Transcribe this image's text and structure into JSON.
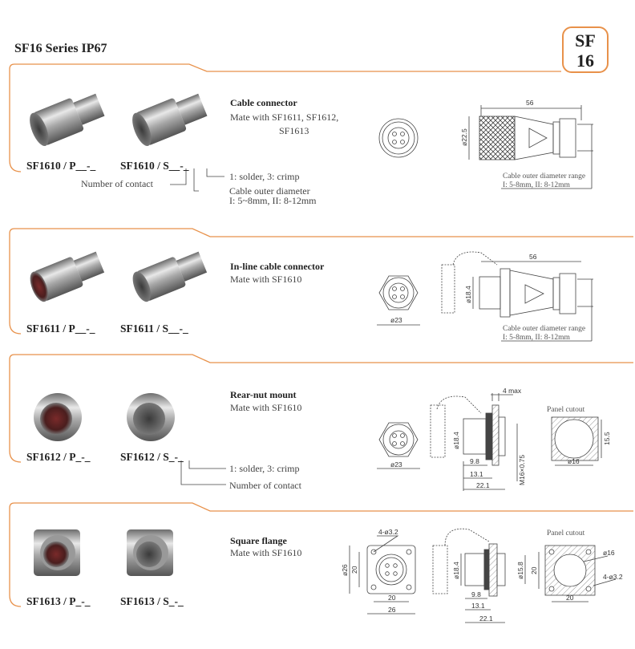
{
  "header": {
    "title": "SF16 Series IP67",
    "badge_line1": "SF",
    "badge_line2": "16"
  },
  "accent": "#e8914a",
  "sections": [
    {
      "title": "Cable connector",
      "mate_line1": "Mate with  SF1611,  SF1612,",
      "mate_line2": "SF1613",
      "model_p": "SF1610 / P__-_",
      "model_s": "SF1610 / S__-_",
      "note_termination": "1: solder, 3: crimp",
      "note_contacts": "Number  of  contact",
      "note_cable_1": "Cable  outer diameter",
      "note_cable_2": "I: 5~8mm,   II: 8-12mm",
      "dims": {
        "length": "56",
        "diameter": "ø22.5"
      },
      "caption_1": "Cable outer diameter range",
      "caption_2": "I: 5-8mm,        II: 8-12mm"
    },
    {
      "title": "In-line cable connector",
      "mate_line1": "Mate with  SF1610",
      "model_p": "SF1611 / P__-_",
      "model_s": "SF1611 / S__-_",
      "dims": {
        "length": "56",
        "diameter": "ø18.4",
        "front": "ø23"
      },
      "caption_1": "Cable outer diameter range",
      "caption_2": "I: 5-8mm,        II: 8-12mm"
    },
    {
      "title": "Rear-nut  mount",
      "mate_line1": "Mate with  SF1610",
      "model_p": "SF1612 / P_-_",
      "model_s": "SF1612 / S_-_",
      "note_termination": "1: solder, 3: crimp",
      "note_contacts": "Number  of  contact",
      "dims": {
        "front": "ø23",
        "panel": "4 max",
        "diameter": "ø18.4",
        "d1": "9.8",
        "d2": "13.1",
        "d3": "22.1",
        "thread": "M16×0.75",
        "cut_d": "ø16",
        "cut_h": "15.5"
      },
      "panel_cutout": "Panel cutout"
    },
    {
      "title": "Square flange",
      "mate_line1": "Mate with  SF1610",
      "model_p": "SF1613 / P_-_",
      "model_s": "SF1613 / S_-_",
      "dims": {
        "holes": "4-ø3.2",
        "outer": "ø26",
        "pitch_v": "20",
        "pitch_h": "20",
        "width": "26",
        "diameter": "ø18.4",
        "inner": "ø15.8",
        "d1": "9.8",
        "d2": "13.1",
        "d3": "22.1",
        "cut_d": "ø16",
        "cut_holes": "4-ø3.2",
        "cut_v": "20",
        "cut_h": "20"
      },
      "panel_cutout": "Panel cutout"
    }
  ]
}
